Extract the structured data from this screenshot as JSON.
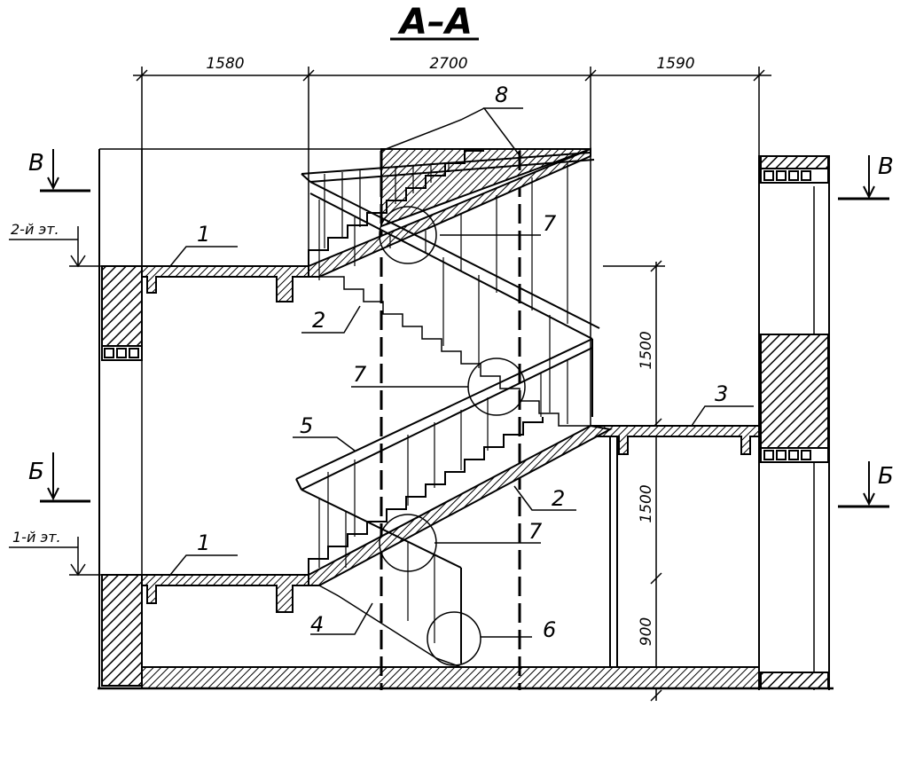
{
  "title": "А–А",
  "dimensions": {
    "top": [
      "1580",
      "2700",
      "1590"
    ],
    "vertical": [
      "1500",
      "1500",
      "900"
    ]
  },
  "levels": {
    "second_floor": "2-й эт.",
    "first_floor": "1-й эт."
  },
  "section_marks": {
    "v_left": "В",
    "v_right": "В",
    "b_left": "Б",
    "b_right": "Б"
  },
  "callouts": {
    "landing_upper": "1",
    "flight_upper": "2",
    "landing_mid": "3",
    "flight_lower_under": "4",
    "railing": "5",
    "node_bottom": "6",
    "node_upper": "7",
    "node_mid": "7",
    "node_lower": "7",
    "top": "8",
    "landing_lower": "1",
    "flight_lower": "2"
  },
  "colors": {
    "ink": "#000000",
    "paper": "#ffffff"
  }
}
